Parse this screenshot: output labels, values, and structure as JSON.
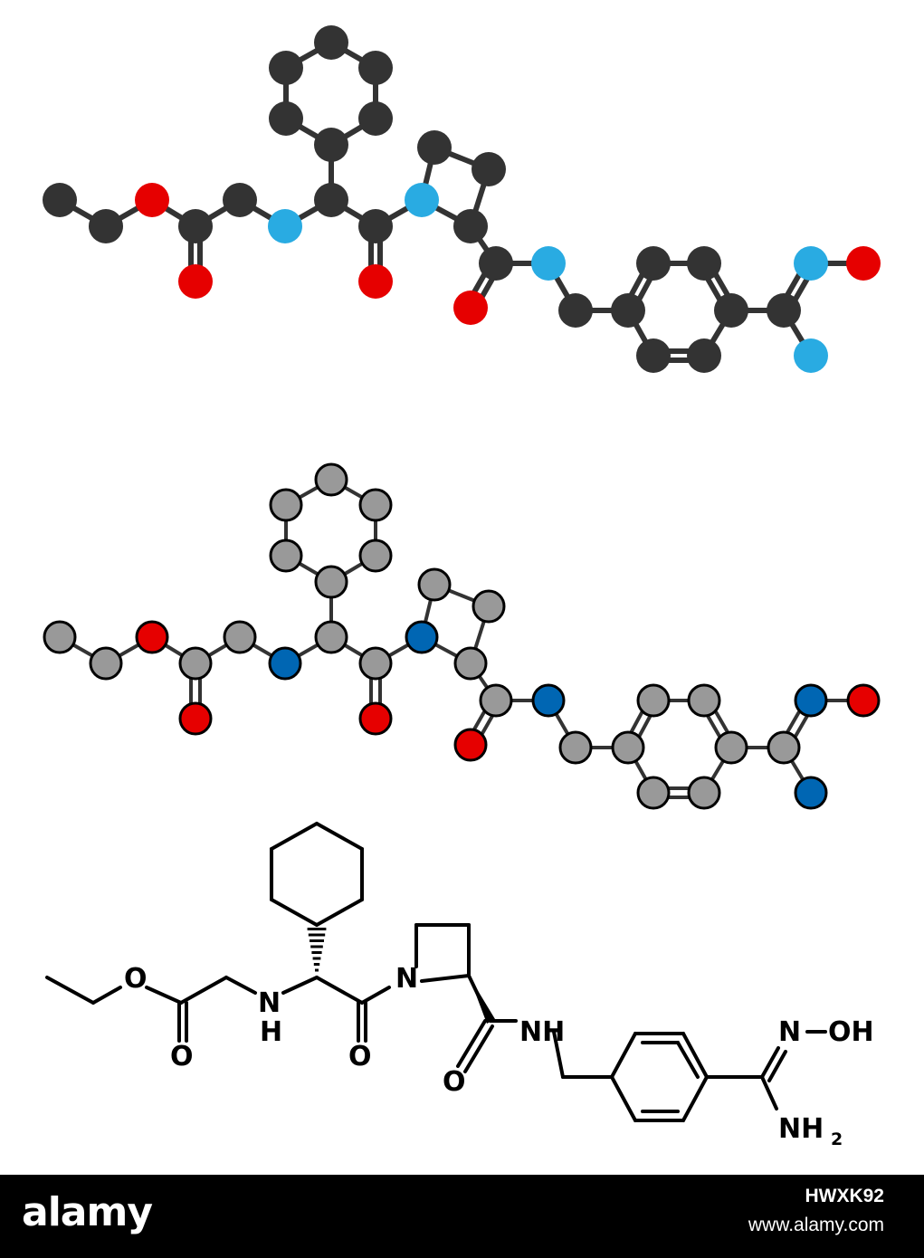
{
  "colors": {
    "carbon_dark": "#333333",
    "nitrogen_light": "#29abe2",
    "oxygen": "#e60000",
    "carbon_grey": "#999999",
    "nitrogen_blue": "#0066b3",
    "bond": "#333333",
    "background": "#ffffff",
    "watermark_bg": "#000000"
  },
  "skeletal_labels": {
    "o_ether": "O",
    "o_ester": "O",
    "nh": "N",
    "nh_h": "H",
    "o_amide1": "O",
    "n_ring": "N",
    "o_amide2": "O",
    "nh2_amide": "NH",
    "oxime_n": "N",
    "oxime_oh": "OH",
    "nh2": "NH",
    "nh2_sub": "2"
  },
  "watermark": {
    "logo": "alamy",
    "image_id": "HWXK92",
    "url": "www.alamy.com"
  }
}
